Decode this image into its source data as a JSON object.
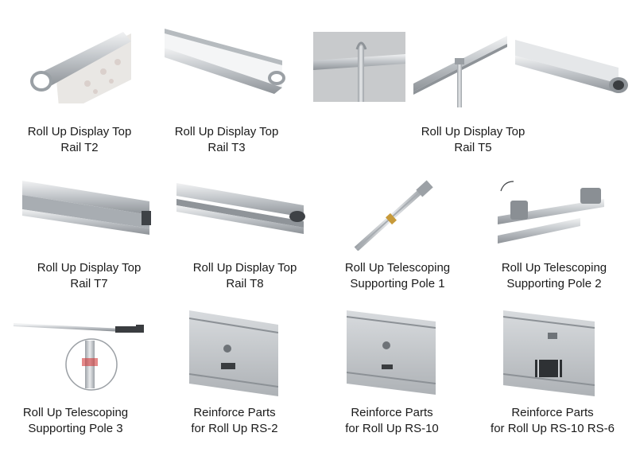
{
  "products": [
    {
      "line1": "Roll Up Display Top",
      "line2": "Rail T2"
    },
    {
      "line1": "Roll Up Display Top",
      "line2": "Rail T3"
    },
    {
      "line1": "Roll Up Display Top",
      "line2": "Rail T5"
    },
    {
      "line1": "Roll Up Display Top",
      "line2": "Rail T7"
    },
    {
      "line1": "Roll Up Display Top",
      "line2": "Rail T8"
    },
    {
      "line1": "Roll Up Telescoping",
      "line2": "Supporting Pole 1"
    },
    {
      "line1": "Roll Up Telescoping",
      "line2": "Supporting Pole 2"
    },
    {
      "line1": "Roll Up Telescoping",
      "line2": "Supporting Pole 3"
    },
    {
      "line1": "Reinforce Parts",
      "line2": "for Roll Up RS-2"
    },
    {
      "line1": "Reinforce Parts",
      "line2": "for Roll Up RS-10"
    },
    {
      "line1": "Reinforce Parts",
      "line2": "for Roll Up RS-10 RS-6"
    }
  ],
  "colors": {
    "text": "#1a1a1a",
    "aluminum_light": "#e4e6e8",
    "aluminum_mid": "#b9bdc1",
    "aluminum_dark": "#8c9196",
    "photo_bg": "#c9cbcd"
  }
}
